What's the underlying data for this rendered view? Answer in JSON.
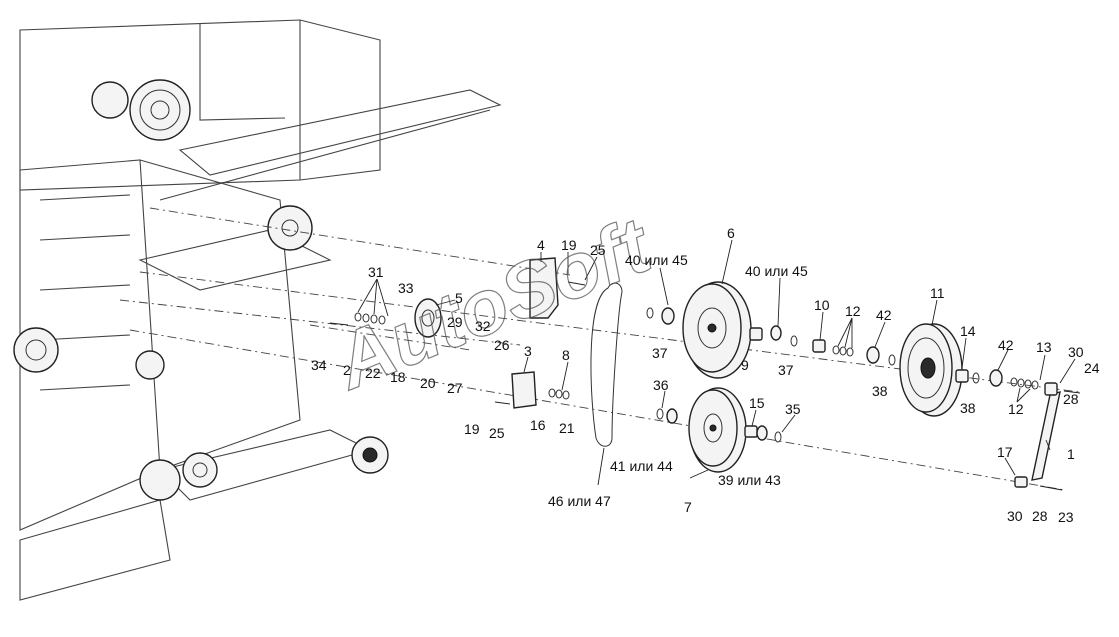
{
  "watermark": "AutoSoft",
  "callouts": {
    "c1": "1",
    "c2": "2",
    "c3": "3",
    "c4": "4",
    "c5": "5",
    "c6": "6",
    "c7": "7",
    "c8": "8",
    "c9": "9",
    "c10": "10",
    "c11": "11",
    "c12a": "12",
    "c12b": "12",
    "c13": "13",
    "c14": "14",
    "c15": "15",
    "c16": "16",
    "c17": "17",
    "c18": "18",
    "c19a": "19",
    "c19b": "19",
    "c20": "20",
    "c21": "21",
    "c22": "22",
    "c23": "23",
    "c24": "24",
    "c25a": "25",
    "c25b": "25",
    "c26": "26",
    "c27": "27",
    "c28a": "28",
    "c28b": "28",
    "c29": "29",
    "c30a": "30",
    "c30b": "30",
    "c31": "31",
    "c32": "32",
    "c33": "33",
    "c34": "34",
    "c35": "35",
    "c36": "36",
    "c37a": "37",
    "c37b": "37",
    "c38a": "38",
    "c38b": "38",
    "c42a": "42",
    "c42b": "42",
    "c40a": "40 или 45",
    "c40b": "40 или 45",
    "c41": "41 или 44",
    "c39": "39 или 43",
    "c46": "46 или 47"
  }
}
